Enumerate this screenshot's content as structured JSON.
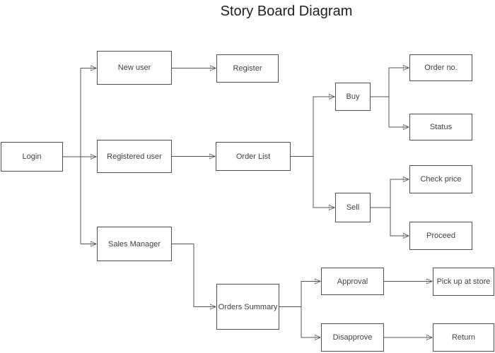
{
  "title": "Story Board Diagram",
  "nodes": {
    "login": {
      "label": "Login"
    },
    "new_user": {
      "label": "New user"
    },
    "registered_user": {
      "label": "Registered user"
    },
    "sales_manager": {
      "label": "Sales Manager"
    },
    "register": {
      "label": "Register"
    },
    "order_list": {
      "label": "Order List"
    },
    "orders_summary": {
      "label": "Orders Summary"
    },
    "buy": {
      "label": "Buy"
    },
    "sell": {
      "label": "Sell"
    },
    "order_no": {
      "label": "Order no."
    },
    "status": {
      "label": "Status"
    },
    "check_price": {
      "label": "Check price"
    },
    "proceed": {
      "label": "Proceed"
    },
    "approval": {
      "label": "Approval"
    },
    "pick_up_at_store": {
      "label": "Pick up at store"
    },
    "disapprove": {
      "label": "Disapprove"
    },
    "return": {
      "label": "Return"
    }
  },
  "edges": [
    {
      "from": "Login",
      "to": "New user"
    },
    {
      "from": "Login",
      "to": "Registered user"
    },
    {
      "from": "Login",
      "to": "Sales Manager"
    },
    {
      "from": "New user",
      "to": "Register"
    },
    {
      "from": "Registered user",
      "to": "Order List"
    },
    {
      "from": "Order List",
      "to": "Buy"
    },
    {
      "from": "Order List",
      "to": "Sell"
    },
    {
      "from": "Buy",
      "to": "Order no."
    },
    {
      "from": "Buy",
      "to": "Status"
    },
    {
      "from": "Sell",
      "to": "Check price"
    },
    {
      "from": "Sell",
      "to": "Proceed"
    },
    {
      "from": "Sales Manager",
      "to": "Orders Summary"
    },
    {
      "from": "Orders Summary",
      "to": "Approval"
    },
    {
      "from": "Orders Summary",
      "to": "Disapprove"
    },
    {
      "from": "Approval",
      "to": "Pick up at store"
    },
    {
      "from": "Disapprove",
      "to": "Return"
    }
  ],
  "colors": {
    "background": "#ffffff",
    "node_border": "#4f4f4f",
    "connector": "#555555",
    "arrowhead": "#1c1c1c",
    "node_text": "#404040",
    "title_text": "#1f1f1f"
  }
}
